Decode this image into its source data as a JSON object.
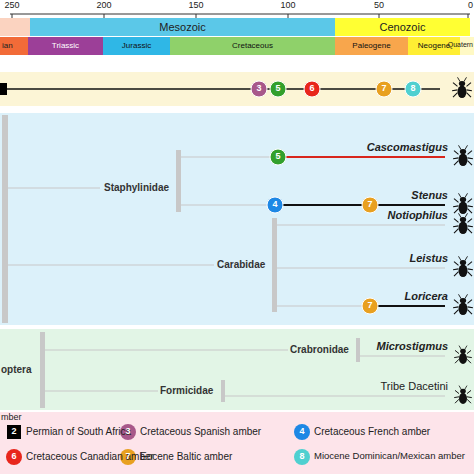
{
  "diagram": {
    "nodes": [
      {
        "text": [
          "Mesozoic"
        ]
      },
      {
        "text": [
          "Cenozoic"
        ]
      },
      {
        "text": [
          "ian"
        ]
      },
      {
        "text": [
          "Triassic"
        ]
      },
      {
        "text": [
          "Jurassic"
        ]
      },
      {
        "text": [
          "Cretaceous"
        ]
      },
      {
        "text": [
          "Paleogene"
        ]
      },
      {
        "text": [
          "Neogene"
        ]
      },
      {
        "text": [
          "Staphylinidae",
          "Carabidae"
        ]
      },
      {
        "text": [
          "optera",
          "Crabronidae",
          "Formicidae"
        ]
      }
    ],
    "edges": [],
    "labels": [
      "250",
      "200",
      "150",
      "100",
      "50",
      "0",
      "Quatern",
      "3",
      "5",
      "6",
      "7",
      "8",
      "Cascomastigus",
      "5",
      "Stenus",
      "4",
      "7",
      "Notiophilus",
      "Leistus",
      "Loricera",
      "7",
      "Microstigmus",
      "Tribe Dacetini",
      "mber",
      "2",
      "3",
      "4",
      "6",
      "7",
      "8"
    ],
    "legend": [
      {
        "text": "Permian of South Africa",
        "color": "#000000"
      },
      {
        "text": "Cretaceous Spanish amber",
        "color": "#a8588a"
      },
      {
        "text": "Cretaceous French amber",
        "color": "#1e88e5"
      },
      {
        "text": "Cretaceous Canadian amber",
        "color": "#e8261c"
      },
      {
        "text": "Eocene Baltic amber",
        "color": "#e8a020"
      },
      {
        "text": "Miocene Dominican/Mexican amber",
        "color": "#4fd0d0"
      }
    ]
  }
}
